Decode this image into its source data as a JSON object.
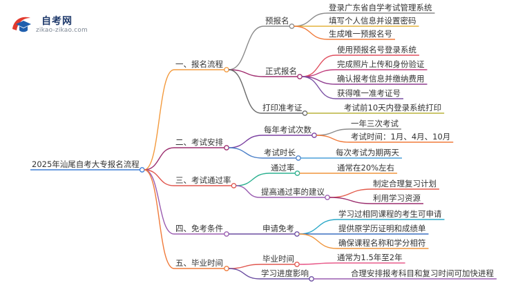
{
  "logo": {
    "title": "自考网",
    "url": "zikao-zikao.com",
    "colors": {
      "red": "#e23a2e",
      "blue": "#1f5fae"
    }
  },
  "root": {
    "label": "2025年汕尾自考大专报名流程",
    "color": "#3a7bd5"
  },
  "branches": [
    {
      "label": "一、报名流程",
      "color": "#f39a3d",
      "children": [
        {
          "label": "预报名",
          "color": "#8a8a8a",
          "leaves": [
            {
              "label": "登录广东省自学考试管理系统",
              "color": "#8a8a8a"
            },
            {
              "label": "填写个人信息并设置密码",
              "color": "#e3b23c"
            },
            {
              "label": "生成唯一预报名号",
              "color": "#f07a3a"
            }
          ]
        },
        {
          "label": "正式报名",
          "color": "#a02c6e",
          "leaves": [
            {
              "label": "使用预报名号登录系统",
              "color": "#e04f5f"
            },
            {
              "label": "完成照片上传和身份验证",
              "color": "#c03d7d"
            },
            {
              "label": "确认报考信息并缴纳费用",
              "color": "#8e3b8f"
            },
            {
              "label": "获得唯一准考证号",
              "color": "#7a4fa3"
            }
          ]
        },
        {
          "label": "打印准考证",
          "color": "#6a6a6a",
          "leaves": [
            {
              "label": "考试前10天内登录系统打印",
              "color": "#b8b23a"
            }
          ]
        }
      ]
    },
    {
      "label": "二、考试安排",
      "color": "#9b2d6e",
      "children": [
        {
          "label": "每年考试次数",
          "color": "#7a3fa0",
          "leaves": [
            {
              "label": "一年三次考试",
              "color": "#8a8a8a"
            },
            {
              "label": "考试时间：1月、4月、10月",
              "color": "#f07a3a"
            }
          ]
        },
        {
          "label": "考试时长",
          "color": "#4a7fc8",
          "leaves": [
            {
              "label": "每次考试为期两天",
              "color": "#4a9fd8"
            }
          ]
        }
      ]
    },
    {
      "label": "三、考试通过率",
      "color": "#e0564e",
      "children": [
        {
          "label": "通过率",
          "color": "#2bb08f",
          "leaves": [
            {
              "label": "通常在20%左右",
              "color": "#f0943a"
            }
          ]
        },
        {
          "label": "提高通过率的建议",
          "color": "#9a5cb0",
          "leaves": [
            {
              "label": "制定合理复习计划",
              "color": "#e35a4a"
            },
            {
              "label": "利用学习资源",
              "color": "#9b2d6e"
            }
          ]
        }
      ]
    },
    {
      "label": "四、免考条件",
      "color": "#9a5cb0",
      "children": [
        {
          "label": "申请免考",
          "color": "#6a4ca0",
          "leaves": [
            {
              "label": "学习过相同课程的考生可申请",
              "color": "#2aa8c8"
            },
            {
              "label": "提供原学历证明和成绩单",
              "color": "#3a6fc0"
            },
            {
              "label": "确保课程名称和学分相符",
              "color": "#f0943a"
            }
          ]
        }
      ]
    },
    {
      "label": "五、毕业时间",
      "color": "#f07a3a",
      "children": [
        {
          "label": "毕业时间",
          "color": "#e0564e",
          "leaves": [
            {
              "label": "通常为1.5年至2年",
              "color": "#e85a8a"
            }
          ]
        },
        {
          "label": "学习进度影响",
          "color": "#6a4ca0",
          "leaves": [
            {
              "label": "合理安排报考科目和复习时间可加快进程",
              "color": "#9a5cb0"
            }
          ]
        }
      ]
    }
  ]
}
